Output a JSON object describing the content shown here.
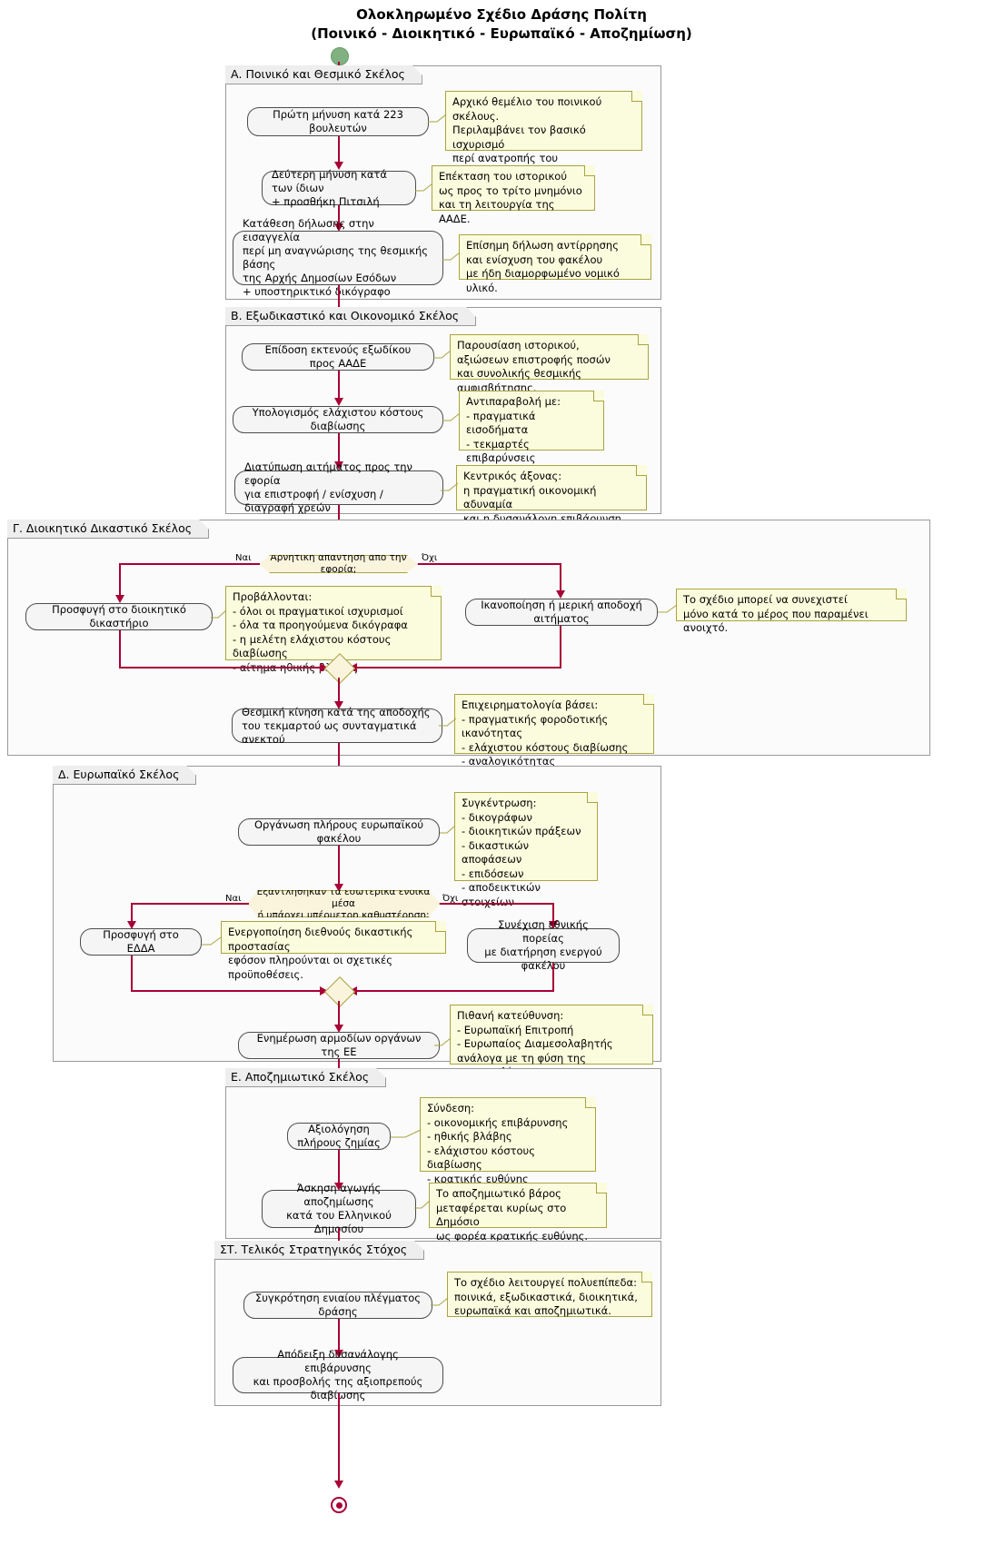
{
  "title": {
    "line1": "Ολοκληρωμένο Σχέδιο Δράσης Πολίτη",
    "line2": "(Ποινικό - Διοικητικό - Ευρωπαϊκό - Αποζημίωση)"
  },
  "partitions": {
    "a": {
      "label": "Α. Ποινικό και Θεσμικό Σκέλος"
    },
    "b": {
      "label": "Β. Εξωδικαστικό και Οικονομικό Σκέλος"
    },
    "c": {
      "label": "Γ. Διοικητικό Δικαστικό Σκέλος"
    },
    "d": {
      "label": "Δ. Ευρωπαϊκό Σκέλος"
    },
    "e": {
      "label": "Ε. Αποζημιωτικό Σκέλος"
    },
    "f": {
      "label": "ΣΤ. Τελικός Στρατηγικός Στόχος"
    }
  },
  "nodes": {
    "a1": "Πρώτη μήνυση κατά 223 βουλευτών",
    "a2": "Δεύτερη μήνυση κατά των ίδιων\n+ προσθήκη Πιτσιλή",
    "a3": "Κατάθεση δήλωσης στην εισαγγελία\nπερί μη αναγνώρισης της θεσμικής βάσης\nτης Αρχής Δημοσίων Εσόδων\n+ υποστηρικτικό δικόγραφο",
    "b1": "Επίδοση εκτενούς εξωδίκου προς ΑΑΔΕ",
    "b2": "Υπολογισμός ελάχιστου κόστους διαβίωσης",
    "b3": "Διατύπωση αιτήματος προς την εφορία\nγια επιστροφή / ενίσχυση / διαγραφή χρεών",
    "c1": "Προσφυγή στο διοικητικό δικαστήριο",
    "c2": "Ικανοποίηση ή μερική αποδοχή αιτήματος",
    "c3": "Θεσμική κίνηση κατά της αποδοχής\nτου τεκμαρτού ως συνταγματικά ανεκτού",
    "d1": "Οργάνωση πλήρους ευρωπαϊκού φακέλου",
    "d2": "Προσφυγή στο ΕΔΔΑ",
    "d3": "Συνέχιση εθνικής πορείας\nμε διατήρηση ενεργού φακέλου",
    "d4": "Ενημέρωση αρμοδίων οργάνων της ΕΕ",
    "e1": "Αξιολόγηση πλήρους ζημίας",
    "e2": "Άσκηση αγωγής αποζημίωσης\nκατά του Ελληνικού Δημοσίου",
    "f1": "Συγκρότηση ενιαίου πλέγματος δράσης",
    "f2": "Απόδειξη δυσανάλογης επιβάρυνσης\nκαι προσβολής της αξιοπρεπούς διαβίωσης"
  },
  "decisions": {
    "c_branch": "Αρνητική απάντηση από την εφορία;",
    "d_branch": "Εξαντλήθηκαν τα εσωτερικά ένδικα μέσα\nή υπάρχει υπέρμετρη καθυστέρηση;"
  },
  "branch_labels": {
    "c_yes": "Ναι",
    "c_no": "Όχι",
    "d_yes": "Ναι",
    "d_no": "Όχι"
  },
  "notes": {
    "a1": "Αρχικό θεμέλιο του ποινικού σκέλους.\nΠεριλαμβάνει τον βασικό ισχυρισμό\nπερί ανατροπής του αποτελέσματος\nτου δημοψηφίσματος.",
    "a2": "Επέκταση του ιστορικού\nως προς το τρίτο μνημόνιο\nκαι τη λειτουργία της ΑΑΔΕ.",
    "a3": "Επίσημη δήλωση αντίρρησης\nκαι ενίσχυση του φακέλου\nμε ήδη διαμορφωμένο νομικό υλικό.",
    "b1": "Παρουσίαση ιστορικού,\nαξιώσεων επιστροφής ποσών\nκαι συνολικής θεσμικής αμφισβήτησης.",
    "b2": "Αντιπαραβολή με:\n- πραγματικά εισοδήματα\n- τεκμαρτές επιβαρύνσεις\n- φορολογικές απαιτήσεις",
    "b3": "Κεντρικός άξονας:\nη πραγματική οικονομική αδυναμία\nκαι η δυσανάλογη επιβάρυνση.",
    "c1": "Προβάλλονται:\n- όλοι οι πραγματικοί ισχυρισμοί\n- όλα τα προηγούμενα δικόγραφα\n- η μελέτη ελάχιστου κόστους διαβίωσης\n- αίτημα ηθικής βλάβης",
    "c2": "Το σχέδιο μπορεί να συνεχιστεί\nμόνο κατά το μέρος που παραμένει ανοιχτό.",
    "c3": "Επιχειρηματολογία βάσει:\n- πραγματικής φοροδοτικής ικανότητας\n- ελάχιστου κόστους διαβίωσης\n- αναλογικότητας",
    "d1": "Συγκέντρωση:\n- δικογράφων\n- διοικητικών πράξεων\n- δικαστικών αποφάσεων\n- επιδόσεων\n- αποδεικτικών στοιχείων",
    "d2": "Ενεργοποίηση διεθνούς δικαστικής προστασίας\nεφόσον πληρούνται οι σχετικές προϋποθέσεις.",
    "d4": "Πιθανή κατεύθυνση:\n- Ευρωπαϊκή Επιτροπή\n- Ευρωπαίος Διαμεσολαβητής\nανάλογα με τη φύση της καταγγελίας.",
    "e1": "Σύνδεση:\n- οικονομικής επιβάρυνσης\n- ηθικής βλάβης\n- ελάχιστου κόστους διαβίωσης\n- κρατικής ευθύνης",
    "e2": "Το αποζημιωτικό βάρος\nμεταφέρεται κυρίως στο Δημόσιο\nως φορέα κρατικής ευθύνης.",
    "f1": "Το σχέδιο λειτουργεί πολυεπίπεδα:\nποινικά, εξωδικαστικά, διοικητικά,\nευρωπαϊκά και αποζημιωτικά."
  },
  "colors": {
    "arrow": "#a80036",
    "note_fill": "#fbfbdd",
    "note_border": "#a9a441",
    "node_fill": "#f5f5f5",
    "node_border": "#4d4d4d",
    "partition_border": "#999999",
    "start_fill": "#81b181"
  }
}
